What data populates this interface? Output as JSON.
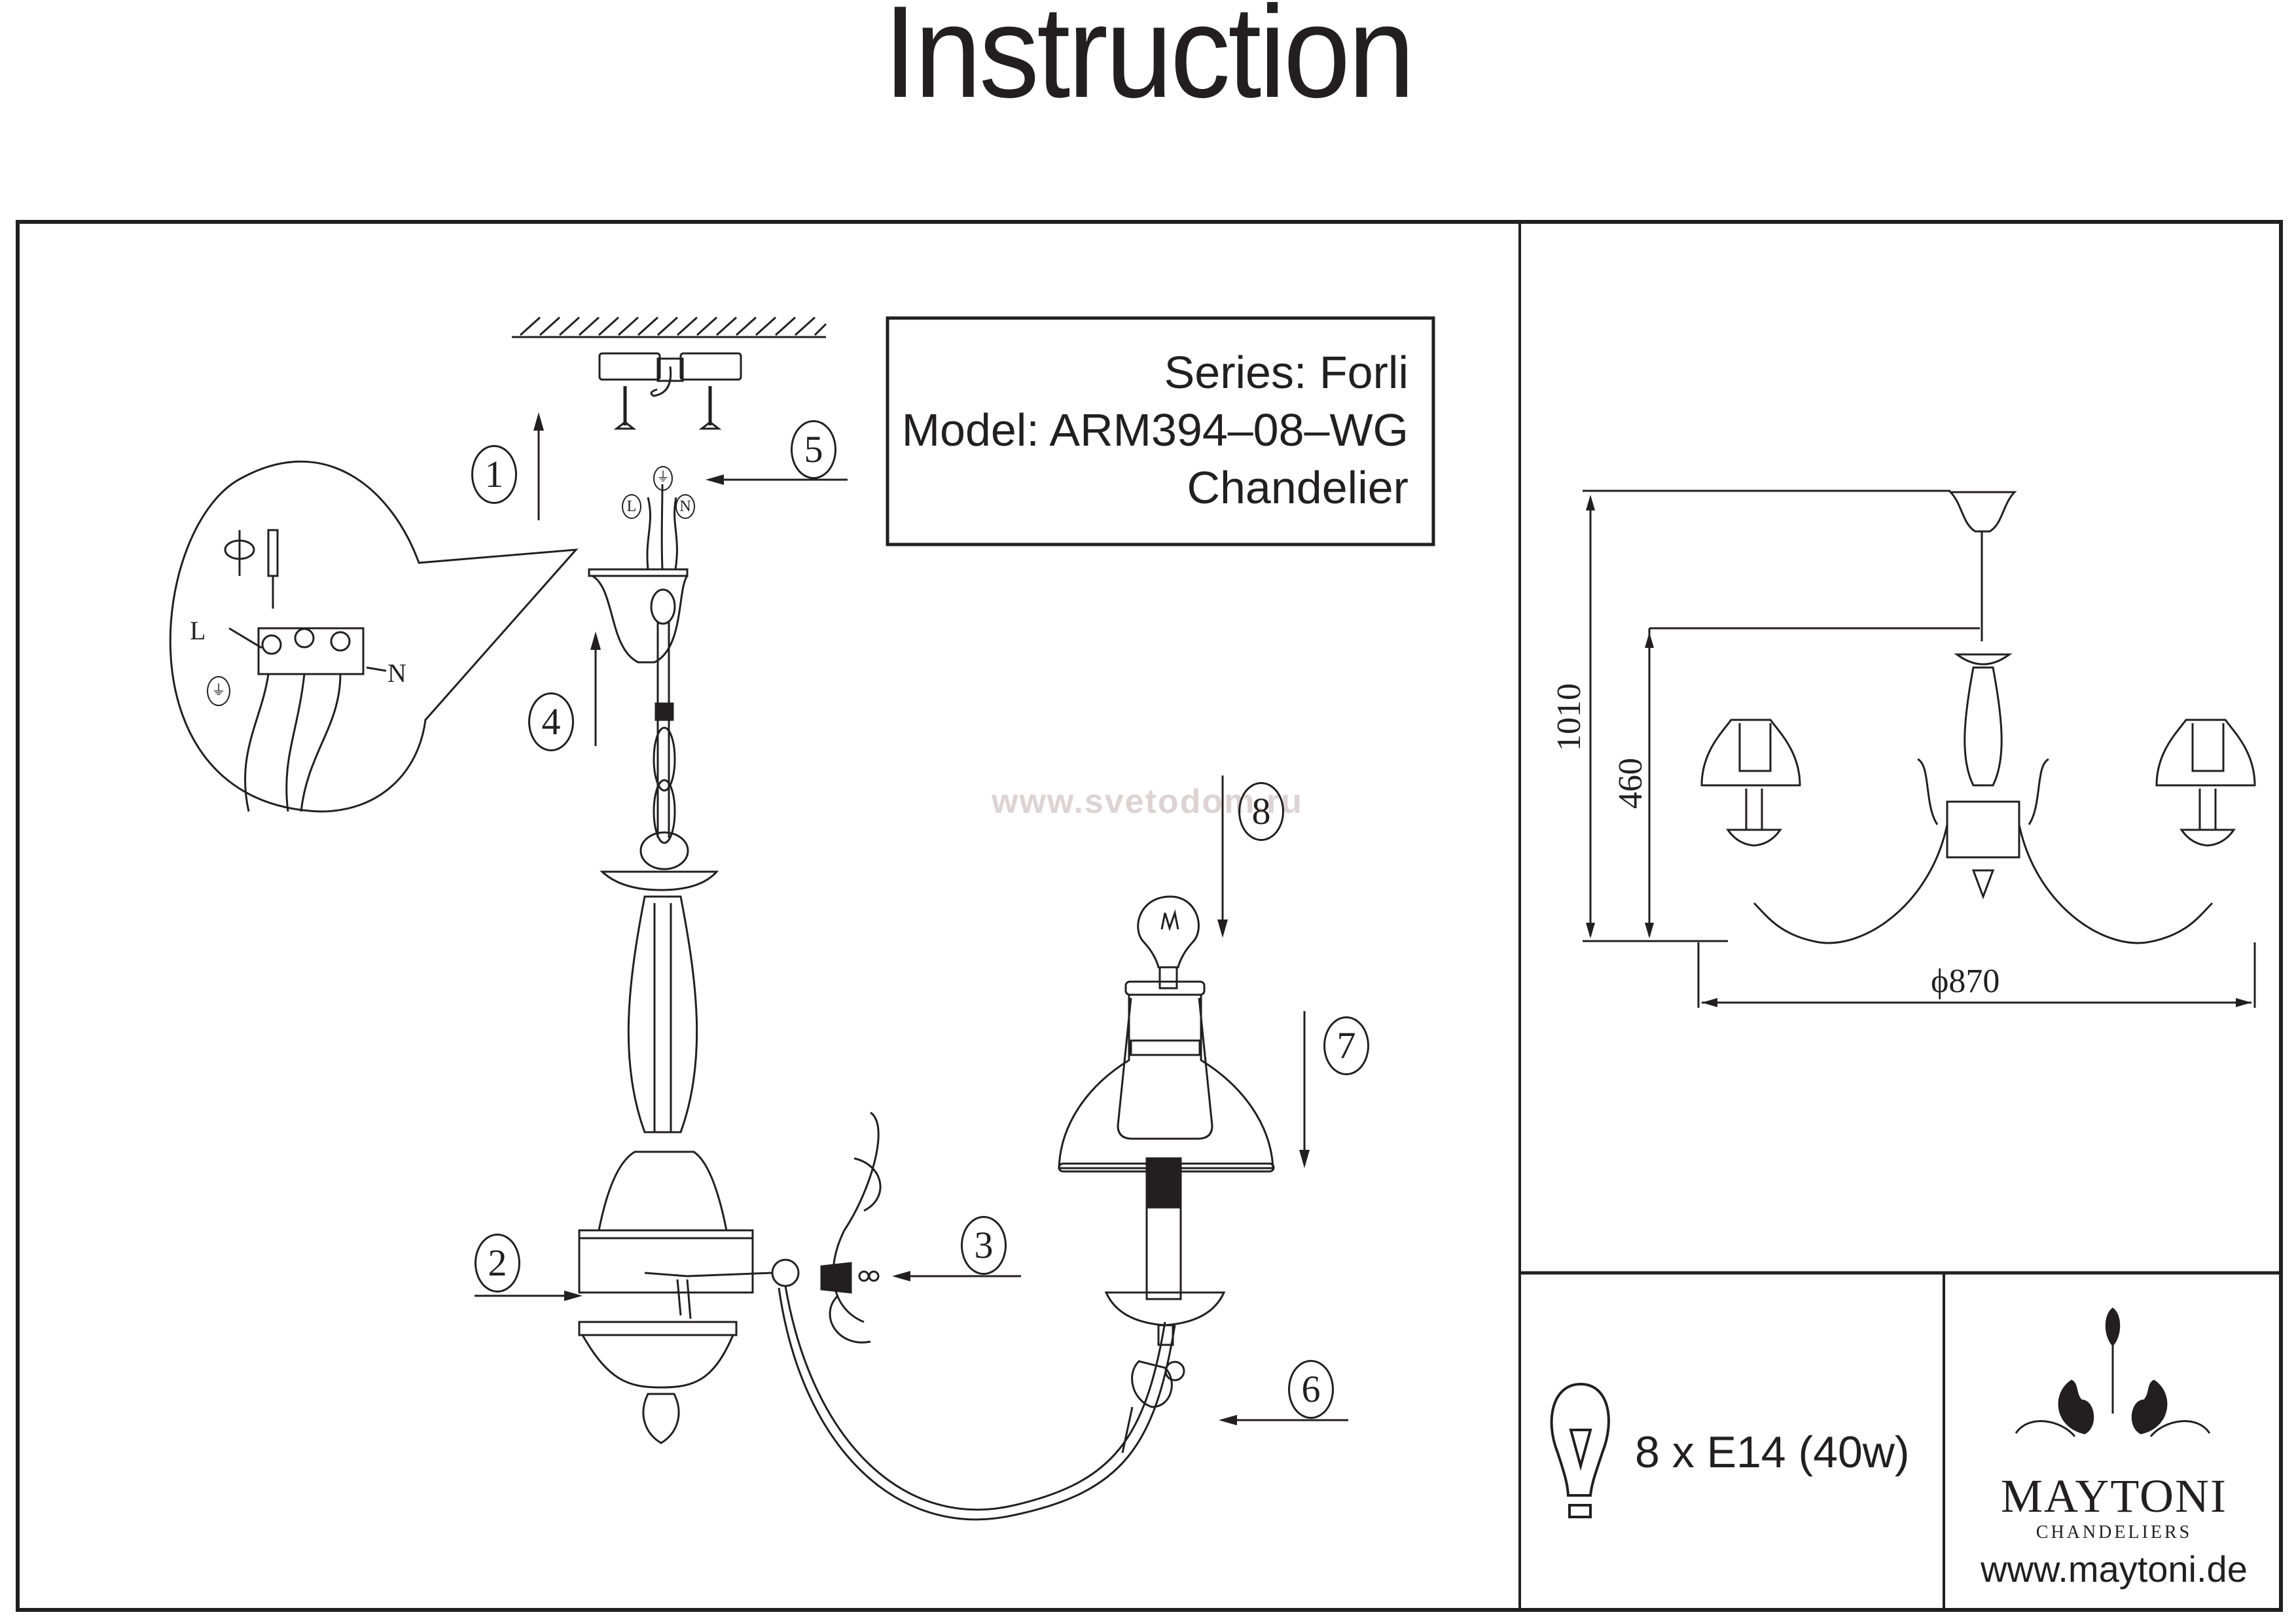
{
  "document": {
    "title": "Instruction",
    "watermark": "www.svetodom.ru"
  },
  "product": {
    "series_line": "Series:  Forli",
    "model_line": "Model: ARM394–08–WG",
    "type_line": "Chandelier"
  },
  "assembly_steps": [
    {
      "number": "1",
      "description_icon": "arrow-up-icon"
    },
    {
      "number": "2",
      "description_icon": "arrow-right-icon"
    },
    {
      "number": "3",
      "description_icon": "arrow-left-icon"
    },
    {
      "number": "4",
      "description_icon": "arrow-up-icon"
    },
    {
      "number": "5",
      "description_icon": "arrow-left-icon"
    },
    {
      "number": "6",
      "description_icon": "arrow-left-icon"
    },
    {
      "number": "7",
      "description_icon": "arrow-down-icon"
    },
    {
      "number": "8",
      "description_icon": "arrow-down-icon"
    }
  ],
  "wiring": {
    "live_label": "L",
    "neutral_label": "N",
    "live_small": "L",
    "neutral_small": "N",
    "earth_icon": "ground-icon"
  },
  "dimensions": {
    "total_height": "1010",
    "body_height": "460",
    "diameter": "ϕ870"
  },
  "specs": {
    "bulbs": "8 x E14 (40w)",
    "bulb_icon": "light-bulb-icon"
  },
  "brand": {
    "name": "MAYTONI",
    "subtitle": "CHANDELIERS",
    "url": "www.maytoni.de"
  },
  "colors": {
    "ink": "#231f20",
    "watermark": "#ddd3d3",
    "background": "#ffffff"
  }
}
